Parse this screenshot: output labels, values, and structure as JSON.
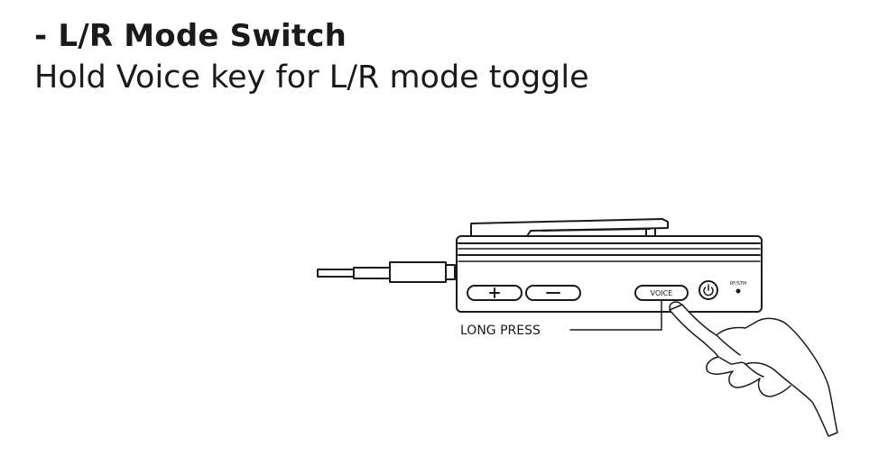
{
  "header": {
    "title": "- L/R Mode Switch",
    "subtitle": "Hold Voice key for L/R mode toggle"
  },
  "device": {
    "buttons": {
      "plus": "+",
      "minus": "−",
      "voice": "VOICE"
    },
    "power_icon": "power-icon",
    "indicator_label": "RF/STM"
  },
  "callout": {
    "label": "LONG PRESS"
  }
}
